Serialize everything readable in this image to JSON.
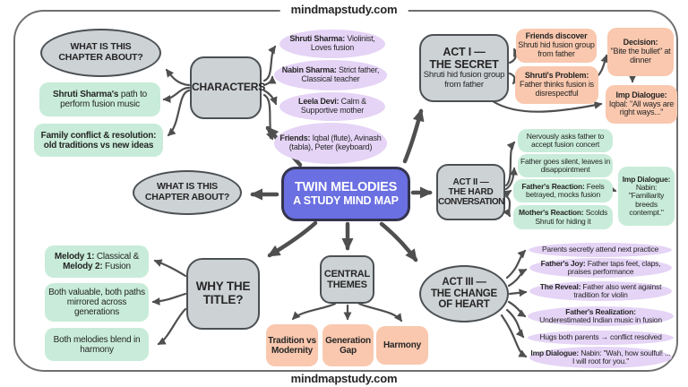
{
  "site": {
    "header": "mindmapstudy.com",
    "footer": "mindmapstudy.com"
  },
  "colors": {
    "gray": "#cdd2d4",
    "green": "#c8ecd9",
    "purple": "#e5d4f6",
    "orange": "#f9c8ae",
    "center_blue": "#6a6fe2",
    "arrow": "#4f4f4f"
  },
  "center": {
    "line1": "TWIN MELODIES",
    "line2": "A STUDY MIND MAP"
  },
  "about1": {
    "title1": "WHAT IS THIS",
    "title2": "CHAPTER ABOUT?",
    "items": [
      {
        "b": "Shruti Sharma's",
        "t": " path to perform fusion music"
      },
      {
        "b": "Family conflict & resolution: old traditions vs new ideas",
        "t": ""
      }
    ]
  },
  "about2": {
    "title1": "WHAT IS THIS",
    "title2": "CHAPTER ABOUT?"
  },
  "characters": {
    "title": "CHARACTERS",
    "items": [
      {
        "b": "Shruti Sharma:",
        "t": " Violinist, Loves fusion"
      },
      {
        "b": "Nabin Sharma:",
        "t": " Strict father, Classical teacher"
      },
      {
        "b": "Leela Devi:",
        "t": " Calm & Supportive mother"
      },
      {
        "b": "Friends:",
        "t": " Iqbal (flute), Avinash (tabla), Peter (keyboard)"
      }
    ]
  },
  "act1": {
    "title1": "ACT I —",
    "title2": "THE SECRET",
    "subtitle": "Shruti hid fusion group from father",
    "friends_discover": {
      "b": "Friends discover",
      "t": "Shruti hid fusion group from father"
    },
    "problem": {
      "b": "Shruti's Problem:",
      "t": "Father thinks fusion is disrespectful"
    },
    "decision": {
      "b": "Decision:",
      "t": "\"Bite the bullet\" at dinner"
    },
    "imp": {
      "b": "Imp Dialogue:",
      "t": "Iqbal: \"All ways are right ways...\""
    }
  },
  "act2": {
    "title1": "ACT II —",
    "title2": "THE HARD",
    "title3": "CONVERSATION",
    "items": [
      {
        "b": "",
        "t": "Nervously asks father to accept fusion concert"
      },
      {
        "b": "",
        "t": "Father goes silent, leaves in disappointment"
      },
      {
        "b": "Father's Reaction:",
        "t": " Feels betrayed, mocks fusion"
      },
      {
        "b": "Mother's Reaction:",
        "t": " Scolds Shruti for hiding it"
      }
    ],
    "imp": {
      "b": "Imp Dialogue:",
      "t": "Nabin: \"Familiarity breeds contempt.\""
    }
  },
  "act3": {
    "title1": "ACT III —",
    "title2": "THE CHANGE",
    "title3": "OF HEART",
    "items": [
      {
        "b": "",
        "t": "Parents secretly attend next practice"
      },
      {
        "b": "Father's Joy:",
        "t": " Father taps feet, claps, praises performance"
      },
      {
        "b": "The Reveal:",
        "t": " Father also went against tradition for violin"
      },
      {
        "b": "Father's Realization:",
        "t": "Underestimated Indian music in fusion"
      },
      {
        "b": "",
        "t": "Hugs both parents → conflict resolved"
      },
      {
        "b": "Imp Dialogue:",
        "t": " Nabin: \"Wah, how soulful! ... I will root for you.\""
      }
    ]
  },
  "why": {
    "title1": "WHY THE",
    "title2": "TITLE?",
    "melody": {
      "lines": [
        {
          "b": "Melody 1:",
          "t": " Classical &"
        },
        {
          "b": "Melody 2:",
          "t": " Fusion"
        }
      ]
    },
    "items": [
      "Both valuable, both paths mirrored across generations",
      "Both melodies blend in harmony"
    ]
  },
  "themes": {
    "title1": "CENTRAL",
    "title2": "THEMES",
    "items": [
      "Tradition vs Modernity",
      "Generation Gap",
      "Harmony"
    ]
  }
}
